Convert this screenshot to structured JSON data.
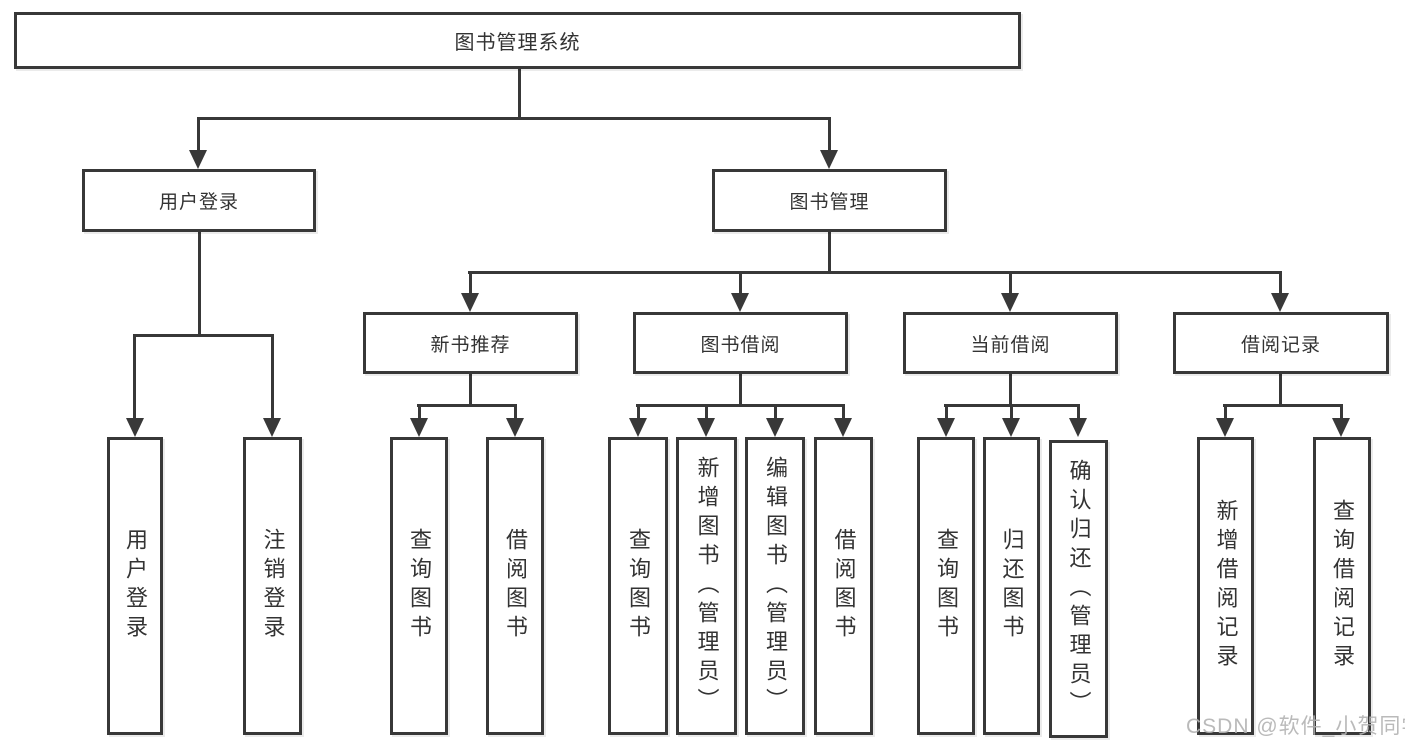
{
  "tree": {
    "root_label": "图书管理系统",
    "user_login": {
      "label": "用户登录",
      "children": [
        "用户登录",
        "注销登录"
      ]
    },
    "book_mgmt": {
      "label": "图书管理",
      "sections": [
        {
          "label": "新书推荐",
          "children": [
            "查询图书",
            "借阅图书"
          ]
        },
        {
          "label": "图书借阅",
          "children": [
            "查询图书",
            "新增图书（管理员）",
            "编辑图书（管理员）",
            "借阅图书"
          ]
        },
        {
          "label": "当前借阅",
          "children": [
            "查询图书",
            "归还图书",
            "确认归还（管理员）"
          ]
        },
        {
          "label": "借阅记录",
          "children": [
            "新增借阅记录",
            "查询借阅记录"
          ]
        }
      ]
    }
  },
  "watermark": "CSDN @软件_小贺同学",
  "colors": {
    "line": "#383838",
    "text": "#333333",
    "watermark": "#b2b2b2",
    "background": "#ffffff"
  }
}
